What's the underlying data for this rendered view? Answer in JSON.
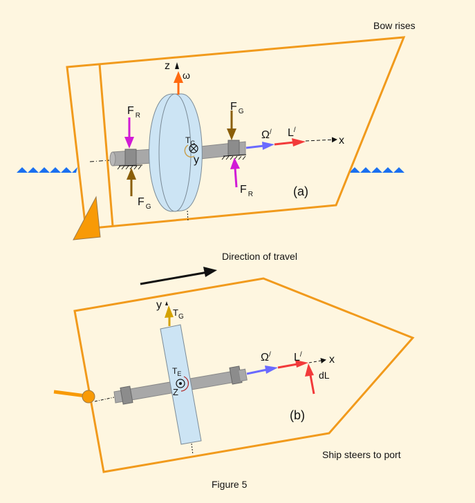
{
  "figure_caption": "Figure 5",
  "colors": {
    "background": "#fef6e0",
    "hull": "#f19a1c",
    "water": "#1a6ff0",
    "disk": "#cce4f4",
    "shaft": "#a8a8a8",
    "bearing": "#8c8c8c",
    "force_reaction": "#d11bd6",
    "force_gyro": "#8a5e08",
    "omega_spin": "#ff6a10",
    "precession": "#6a6aff",
    "momentum": "#f23a3a",
    "torque_gold": "#d4a200",
    "torque_e": "#b02020"
  },
  "panel_a": {
    "title": "Bow rises",
    "label": "(a)",
    "axis_z": "z",
    "axis_x": "x",
    "axis_y": "y",
    "omega": "ω",
    "torque": "T",
    "torque_sub": "G",
    "precession": "Ω",
    "precession_sup": "/",
    "momentum": "L",
    "momentum_sup": "/",
    "forces": [
      {
        "name": "F",
        "sub": "R",
        "where": "left-top"
      },
      {
        "name": "F",
        "sub": "G",
        "where": "left-bottom"
      },
      {
        "name": "F",
        "sub": "G",
        "where": "right-top"
      },
      {
        "name": "F",
        "sub": "R",
        "where": "right-bottom"
      }
    ]
  },
  "travel": {
    "label": "Direction of travel"
  },
  "panel_b": {
    "title": "Ship steers to port",
    "label": "(b)",
    "axis_y": "y",
    "axis_x": "x",
    "axis_z": "Z",
    "torque_g": "T",
    "torque_g_sub": "G",
    "torque_e": "T",
    "torque_e_sub": "E",
    "precession": "Ω",
    "precession_sup": "/",
    "momentum": "L",
    "momentum_sup": "/",
    "delta_momentum": "dL"
  }
}
